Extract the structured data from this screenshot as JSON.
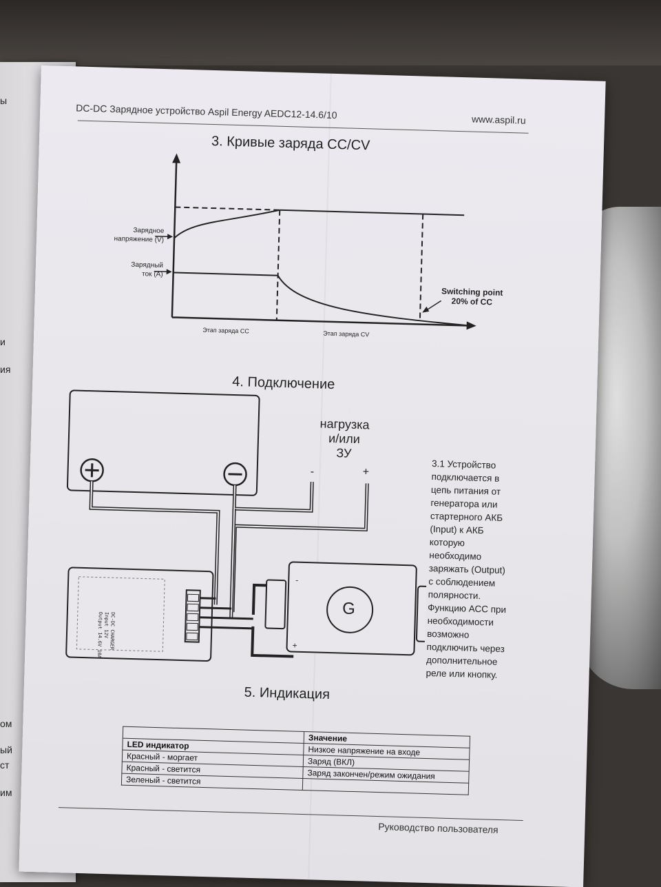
{
  "header": {
    "left": "DC-DC Зарядное устройство Aspil Energy AEDC12-14.6/10",
    "right": "www.aspil.ru"
  },
  "section3": {
    "title": "3.   Кривые заряда CC/CV",
    "voltage_label": [
      "Зарядное",
      "напряжение (V)"
    ],
    "current_label": [
      "Зарядный",
      "ток (A)"
    ],
    "stage_cc": "Этап заряда CC",
    "stage_cv": "Этап заряда CV",
    "switching": [
      "Switching point",
      "20% of CC"
    ]
  },
  "section4": {
    "title": "4.   Подключение",
    "load_label": [
      "нагрузка",
      "и/или",
      "ЗУ"
    ],
    "minus": "-",
    "plus": "+",
    "generator_letter": "G",
    "pcb_label": [
      "DC-DC CHARGER",
      "Input 12V",
      "Output 14.6V 10A"
    ],
    "description": [
      "3.1 Устройство",
      "подключается в",
      "цепь питания от",
      "генератора или",
      "стартерного АКБ",
      "(Input) к АКБ",
      "которую",
      "необходимо",
      "заряжать (Output)",
      "с соблюдением",
      "полярности.",
      "Функцию АСС при",
      "необходимости",
      "возможно",
      "подключить через",
      "дополнительное",
      "реле или кнопку."
    ]
  },
  "section5": {
    "title": "5.   Индикация",
    "table": {
      "header": [
        "",
        "Значение"
      ],
      "rows": [
        [
          "LED индикатор",
          "Низкое напряжение на входе"
        ],
        [
          "Красный - моргает",
          "Заряд (ВКЛ)"
        ],
        [
          "Красный - светится",
          "Заряд закончен/режим ожидания"
        ],
        [
          "Зеленый - светится",
          ""
        ]
      ]
    }
  },
  "footer": "Руководство пользователя",
  "left_page_fragments": [
    "ы",
    "и",
    "ия",
    "ом",
    "ый",
    "ст",
    "им"
  ]
}
